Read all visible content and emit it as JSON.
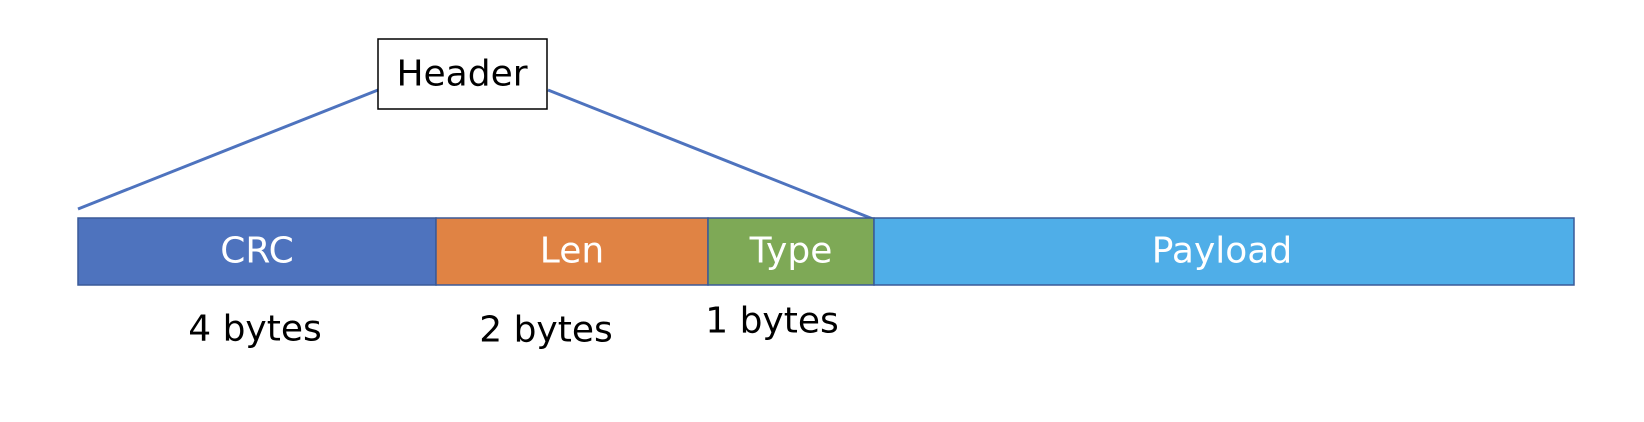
{
  "header": {
    "label": "Header"
  },
  "fields": [
    {
      "name": "CRC",
      "size_label": "4 bytes",
      "color": "#4e73be"
    },
    {
      "name": "Len",
      "size_label": "2 bytes",
      "color": "#e08344"
    },
    {
      "name": "Type",
      "size_label": "1 bytes",
      "color": "#7ea956"
    },
    {
      "name": "Payload",
      "size_label": "",
      "color": "#4faee8"
    }
  ],
  "colors": {
    "border": "#3a5a98",
    "callout_line": "#4e73be"
  }
}
